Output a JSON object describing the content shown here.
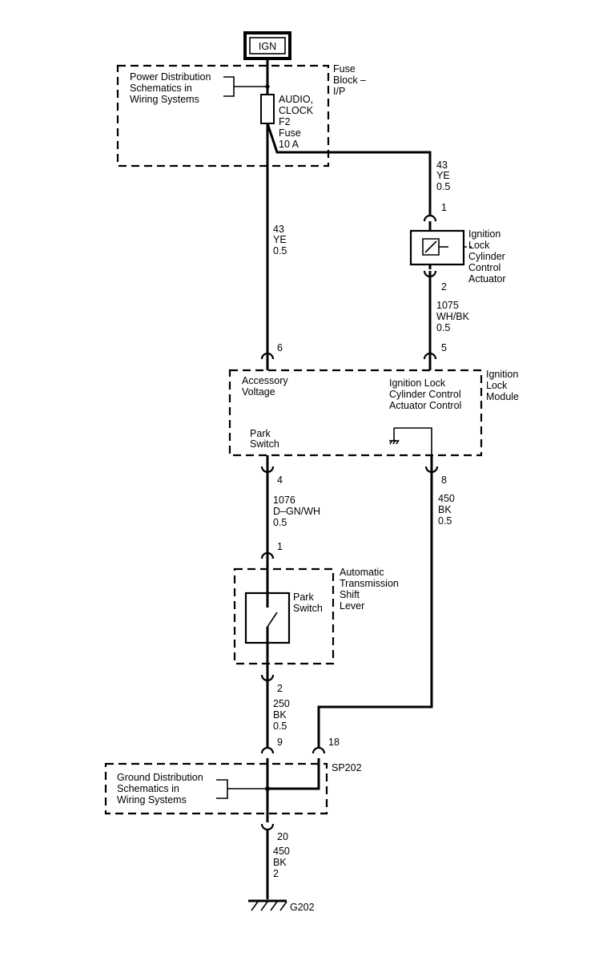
{
  "ign_label": "IGN",
  "fuse_block": {
    "name_lines": [
      "Fuse",
      "Block –",
      "I/P"
    ],
    "ref_lines": [
      "Power Distribution",
      "Schematics in",
      "Wiring Systems"
    ],
    "fuse_lines": [
      "AUDIO,",
      "CLOCK",
      "F2",
      "Fuse",
      "10 A"
    ]
  },
  "wires": {
    "w43_left": [
      "43",
      "YE",
      "0.5"
    ],
    "w43_right": [
      "43",
      "YE",
      "0.5"
    ],
    "w1075": [
      "1075",
      "WH/BK",
      "0.5"
    ],
    "w1076": [
      "1076",
      "D–GN/WH",
      "0.5"
    ],
    "w450_mid": [
      "450",
      "BK",
      "0.5"
    ],
    "w250": [
      "250",
      "BK",
      "0.5"
    ],
    "w450_ground": [
      "450",
      "BK",
      "2"
    ]
  },
  "actuator": {
    "name_lines": [
      "Ignition",
      "Lock",
      "Cylinder",
      "Control",
      "Actuator"
    ],
    "pin_top": "1",
    "pin_bottom": "2"
  },
  "module": {
    "name_lines": [
      "Ignition",
      "Lock",
      "Module"
    ],
    "accessory_lines": [
      "Accessory",
      "Voltage"
    ],
    "actuator_control_lines": [
      "Ignition Lock",
      "Cylinder Control",
      "Actuator Control"
    ],
    "park_switch_lines": [
      "Park",
      "Switch"
    ],
    "pin_6": "6",
    "pin_5": "5",
    "pin_4": "4",
    "pin_8": "8"
  },
  "shift_lever": {
    "name_lines": [
      "Automatic",
      "Transmission",
      "Shift",
      "Lever"
    ],
    "switch_lines": [
      "Park",
      "Switch"
    ],
    "pin_1": "1",
    "pin_2": "2"
  },
  "splice": {
    "name": "SP202",
    "ref_lines": [
      "Ground Distribution",
      "Schematics in",
      "Wiring Systems"
    ],
    "pin_9": "9",
    "pin_18": "18",
    "pin_20": "20"
  },
  "ground": {
    "name": "G202"
  }
}
